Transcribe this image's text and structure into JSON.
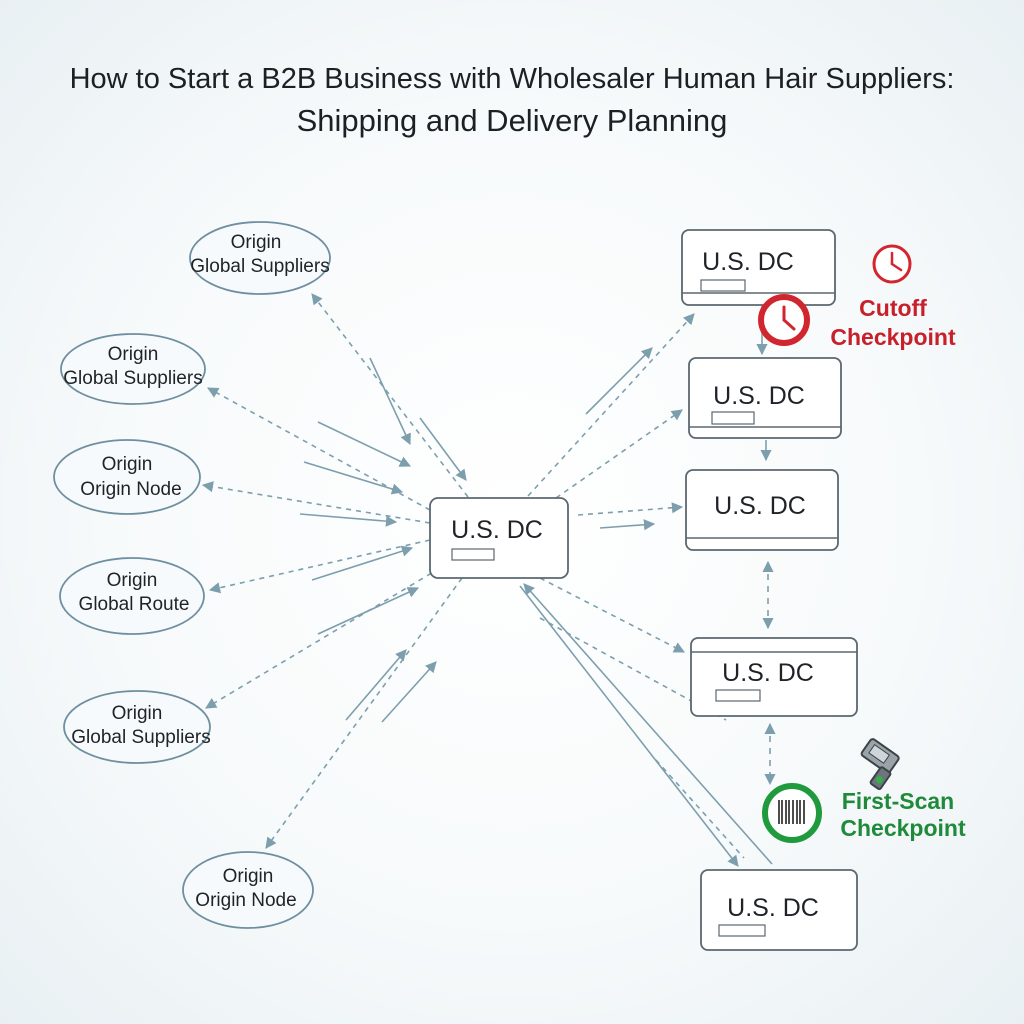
{
  "title": {
    "line1": "How to Start a B2B Business with Wholesaler Human Hair Suppliers:",
    "line2": "Shipping and Delivery Planning"
  },
  "origins": [
    {
      "line1": "Origin",
      "line2": "Global Suppliers"
    },
    {
      "line1": "Origin",
      "line2": "Global Suppliers"
    },
    {
      "line1": "Origin",
      "line2": "Origin Node"
    },
    {
      "line1": "Origin",
      "line2": "Global Route"
    },
    {
      "line1": "Origin",
      "line2": "Global Suppliers"
    },
    {
      "line1": "Origin",
      "line2": "Origin Node"
    }
  ],
  "hub": {
    "label": "U.S. DC"
  },
  "dcs": [
    {
      "label": "U.S. DC"
    },
    {
      "label": "U.S. DC"
    },
    {
      "label": "U.S. DC"
    },
    {
      "label": "U.S. DC"
    },
    {
      "label": "U.S. DC"
    }
  ],
  "cutoff": {
    "line1": "Cutoff",
    "line2": "Checkpoint"
  },
  "first_scan": {
    "line1": "First-Scan",
    "line2": "Checkpoint"
  },
  "colors": {
    "arrow": "#7d9fad",
    "node_stroke": "#5b6770",
    "origin_stroke": "#6f8fa0",
    "cutoff": "#d2262f",
    "first_scan": "#1f9a3c"
  },
  "icons": [
    "clock-icon",
    "barcode-icon",
    "scanner-icon"
  ]
}
